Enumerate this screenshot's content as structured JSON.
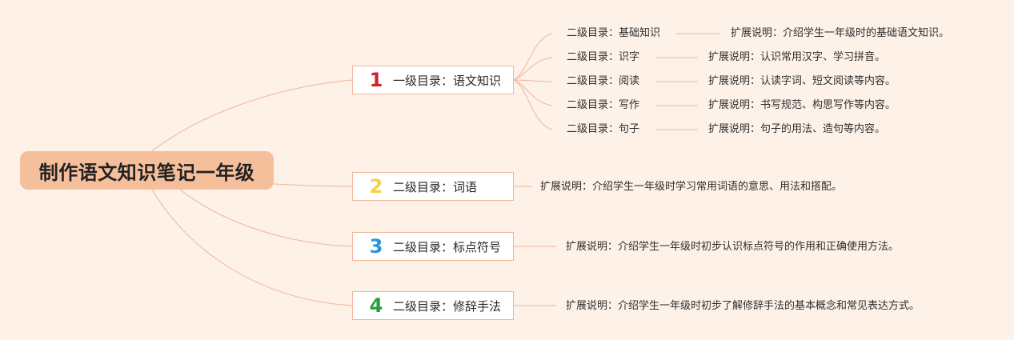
{
  "root": {
    "title": "制作语文知识笔记一年级"
  },
  "branches": [
    {
      "number": "1",
      "number_color": "#d61f2b",
      "label": "一级目录：语文知识",
      "children": [
        {
          "label": "二级目录：基础知识",
          "note": "扩展说明：介绍学生一年级时的基础语文知识。"
        },
        {
          "label": "二级目录：识字",
          "note": "扩展说明：认识常用汉字、学习拼音。"
        },
        {
          "label": "二级目录：阅读",
          "note": "扩展说明：认读字词、短文阅读等内容。"
        },
        {
          "label": "二级目录：写作",
          "note": "扩展说明：书写规范、构思写作等内容。"
        },
        {
          "label": "二级目录：句子",
          "note": "扩展说明：句子的用法、造句等内容。"
        }
      ]
    },
    {
      "number": "2",
      "number_color": "#f3d14a",
      "label": "二级目录：词语",
      "note": "扩展说明：介绍学生一年级时学习常用词语的意思、用法和搭配。"
    },
    {
      "number": "3",
      "number_color": "#2a93d5",
      "label": "二级目录：标点符号",
      "note": "扩展说明：介绍学生一年级时初步认识标点符号的作用和正确使用方法。"
    },
    {
      "number": "4",
      "number_color": "#22a13a",
      "label": "二级目录：修辞手法",
      "note": "扩展说明：介绍学生一年级时初步了解修辞手法的基本概念和常见表达方式。"
    }
  ],
  "colors": {
    "background": "#fdf1e8",
    "root_fill": "#f6bf9c",
    "connector": "#f1b59c",
    "node_fill": "#ffffff"
  }
}
